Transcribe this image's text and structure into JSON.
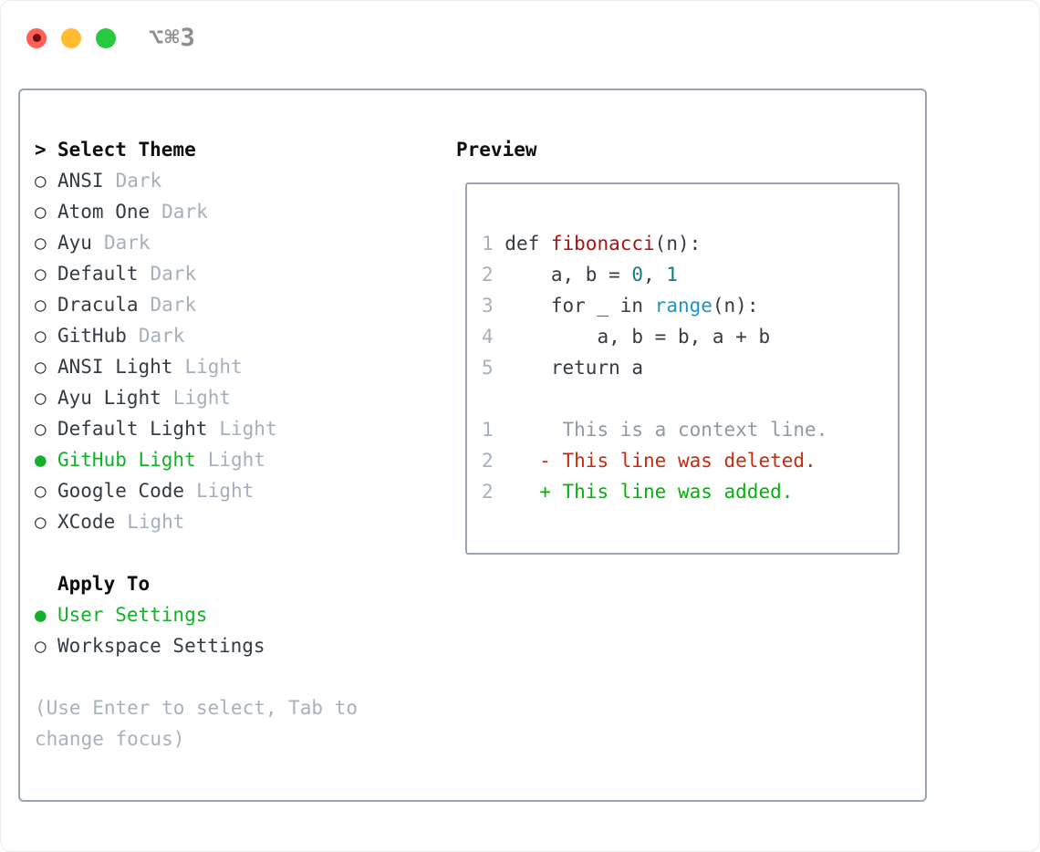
{
  "window": {
    "shortcut_label": "⌥⌘3"
  },
  "colors": {
    "traffic_red": "#ff5f57",
    "traffic_red_dot": "#730b10",
    "traffic_yellow": "#febc2e",
    "traffic_green": "#28c840",
    "panel_border": "#9ca6b2",
    "text_dark": "#343b44",
    "heading_black": "#0c0e11",
    "muted_gray": "#a6b0bc",
    "context_gray": "#8f98a3",
    "selected_green": "#14b029",
    "added_green": "#00b40c",
    "deleted_red": "#c9290f",
    "func_red": "#b01111",
    "number_teal": "#0f7e7c",
    "builtin_blue": "#1b96cb"
  },
  "icons": {
    "prompt": ">",
    "radio_selected": "●",
    "radio_unselected": "○"
  },
  "theme_panel": {
    "header": "Select Theme",
    "items": [
      {
        "name": "ANSI",
        "variant": "Dark",
        "selected": false
      },
      {
        "name": "Atom One",
        "variant": "Dark",
        "selected": false
      },
      {
        "name": "Ayu",
        "variant": "Dark",
        "selected": false
      },
      {
        "name": "Default",
        "variant": "Dark",
        "selected": false
      },
      {
        "name": "Dracula",
        "variant": "Dark",
        "selected": false
      },
      {
        "name": "GitHub",
        "variant": "Dark",
        "selected": false
      },
      {
        "name": "ANSI Light",
        "variant": "Light",
        "selected": false
      },
      {
        "name": "Ayu Light",
        "variant": "Light",
        "selected": false
      },
      {
        "name": "Default Light",
        "variant": "Light",
        "selected": false
      },
      {
        "name": "GitHub Light",
        "variant": "Light",
        "selected": true
      },
      {
        "name": "Google Code",
        "variant": "Light",
        "selected": false
      },
      {
        "name": "XCode",
        "variant": "Light",
        "selected": false
      }
    ],
    "apply_to": {
      "header": "Apply To",
      "options": [
        {
          "label": "User Settings",
          "selected": true
        },
        {
          "label": "Workspace Settings",
          "selected": false
        }
      ]
    },
    "hint_line1": "(Use Enter to select, Tab to",
    "hint_line2": "change focus)"
  },
  "preview": {
    "header": "Preview",
    "lines": [
      [
        {
          "c": "muted_gray",
          "t": "1"
        },
        {
          "c": "text_dark",
          "t": " def "
        },
        {
          "c": "func_red",
          "t": "fibonacci"
        },
        {
          "c": "text_dark",
          "t": "(n):"
        }
      ],
      [
        {
          "c": "muted_gray",
          "t": "2"
        },
        {
          "c": "text_dark",
          "t": "     a, b = "
        },
        {
          "c": "number_teal",
          "t": "0"
        },
        {
          "c": "text_dark",
          "t": ", "
        },
        {
          "c": "number_teal",
          "t": "1"
        }
      ],
      [
        {
          "c": "muted_gray",
          "t": "3"
        },
        {
          "c": "text_dark",
          "t": "     for _ in "
        },
        {
          "c": "builtin_blue",
          "t": "range"
        },
        {
          "c": "text_dark",
          "t": "(n):"
        }
      ],
      [
        {
          "c": "muted_gray",
          "t": "4"
        },
        {
          "c": "text_dark",
          "t": "         a, b = b, a + b"
        }
      ],
      [
        {
          "c": "muted_gray",
          "t": "5"
        },
        {
          "c": "text_dark",
          "t": "     return a"
        }
      ],
      [],
      [
        {
          "c": "muted_gray",
          "t": "1"
        },
        {
          "c": "context_gray",
          "t": "      This is a context line."
        }
      ],
      [
        {
          "c": "muted_gray",
          "t": "2"
        },
        {
          "c": "deleted_red",
          "t": "    - This line was deleted."
        }
      ],
      [
        {
          "c": "muted_gray",
          "t": "2"
        },
        {
          "c": "added_green",
          "t": "    + This line was added."
        }
      ]
    ]
  }
}
